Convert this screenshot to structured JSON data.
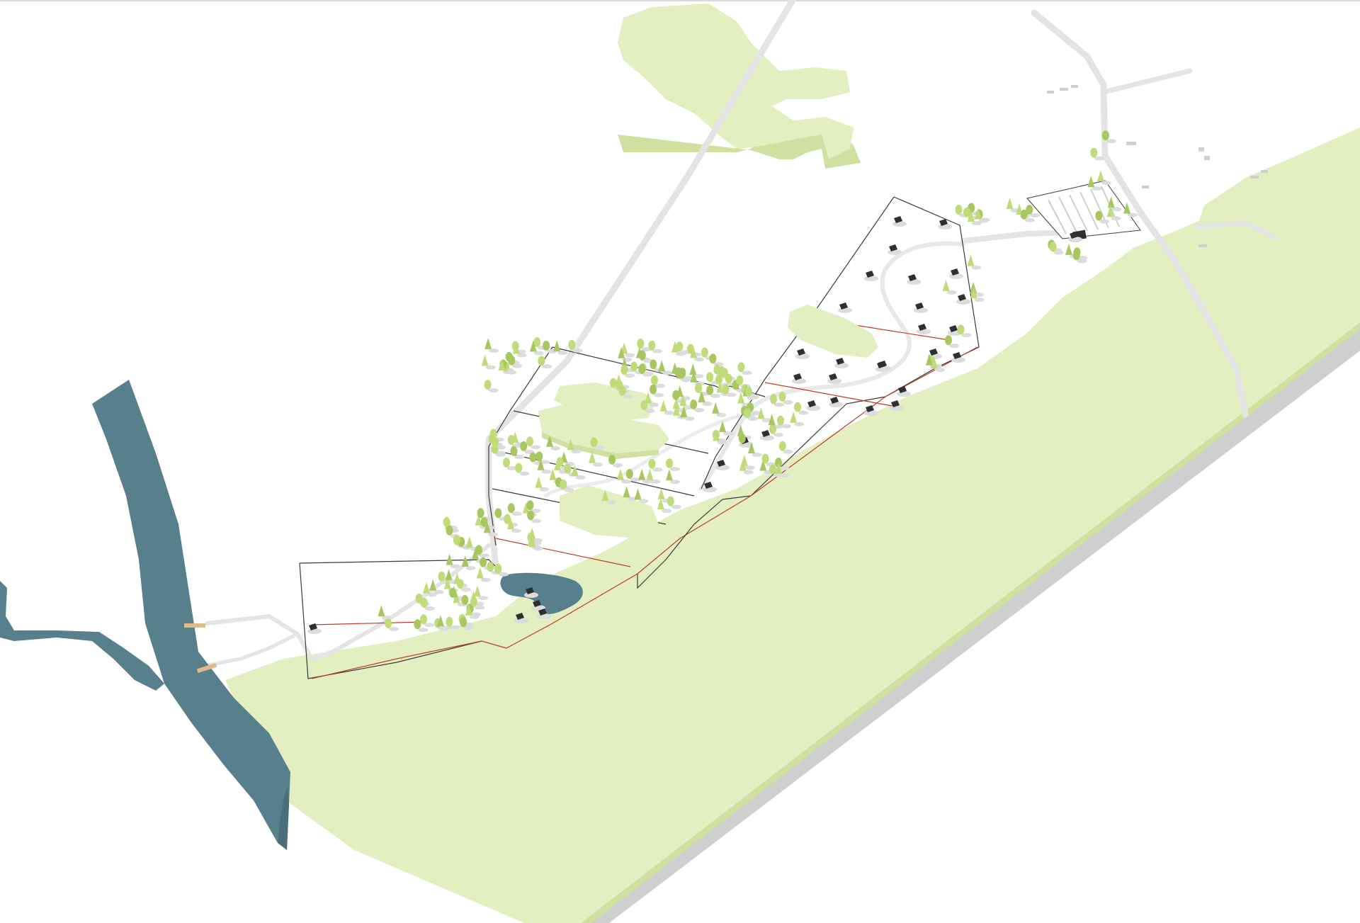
{
  "map": {
    "kind": "axonometric site plan",
    "colors": {
      "background": "#ffffff",
      "forest": "#e3efc0",
      "forest_side": "#cfe0a0",
      "road": "#e4e4e4",
      "road_side": "#cfcfcf",
      "water": "#58808c",
      "water_dark": "#4a6f79",
      "tree": "#c2db7a",
      "tree_dark": "#a9c760",
      "cabin": "#2d2f33",
      "shadow": "#dcdcdc",
      "boundary": "#3a3a3a",
      "boundary_accent": "#c0392b",
      "pier": "#e3b98a"
    },
    "icons": {
      "tree": "tree-icon",
      "cabin": "cabin-icon",
      "pier": "pier-icon",
      "parking": "parking-icon"
    },
    "features": {
      "cabins": 30,
      "ponds": 1,
      "piers": 2
    }
  }
}
